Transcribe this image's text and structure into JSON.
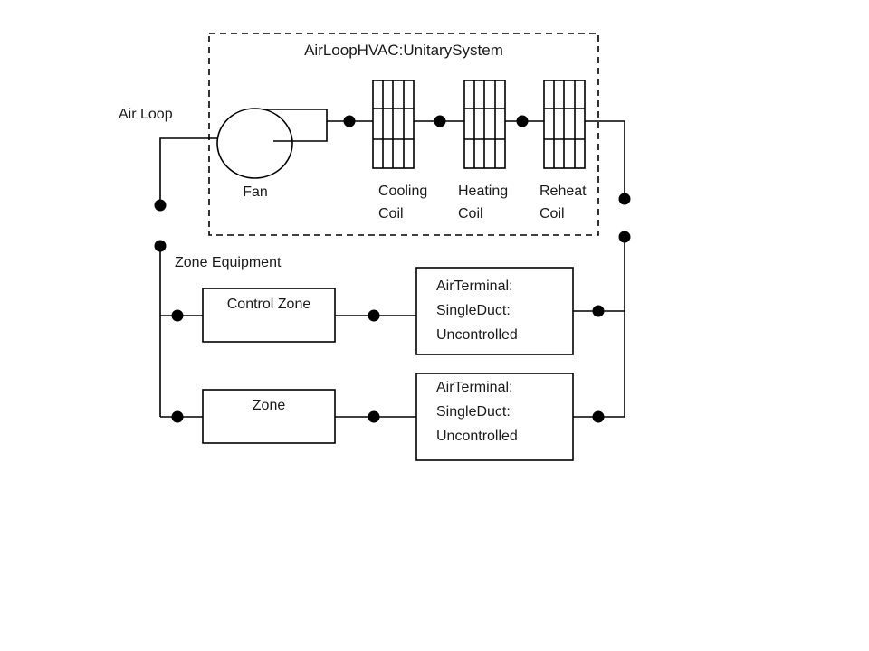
{
  "diagram": {
    "title": "AirLoopHVAC:UnitarySystem",
    "air_loop_label": "Air Loop",
    "zone_equipment_label": "Zone Equipment",
    "fan_label": "Fan",
    "coils": [
      {
        "name": "cooling-coil",
        "line1": "Cooling",
        "line2": "Coil"
      },
      {
        "name": "heating-coil",
        "line1": "Heating",
        "line2": "Coil"
      },
      {
        "name": "reheat-coil",
        "line1": "Reheat",
        "line2": "Coil"
      }
    ],
    "zone_boxes": [
      {
        "name": "control-zone",
        "label": "Control Zone"
      },
      {
        "name": "zone",
        "label": "Zone"
      }
    ],
    "air_terminals": [
      {
        "name": "air-terminal-1",
        "line1": "AirTerminal:",
        "line2": "SingleDuct:",
        "line3": "Uncontrolled"
      },
      {
        "name": "air-terminal-2",
        "line1": "AirTerminal:",
        "line2": "SingleDuct:",
        "line3": "Uncontrolled"
      }
    ],
    "colors": {
      "stroke": "#000000",
      "text": "#1a1a1a",
      "background": "#ffffff",
      "node": "#000000"
    }
  }
}
